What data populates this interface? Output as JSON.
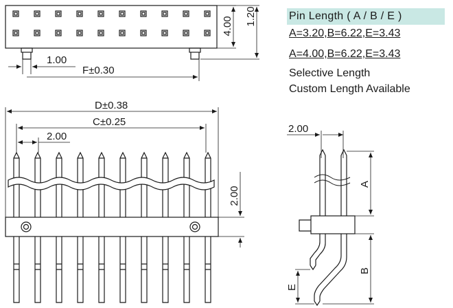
{
  "spec": {
    "header": "Pin Length ( A / B / E )",
    "option_1": "A=3.20,B=6.22,E=3.43",
    "option_2": "A=4.00,B=6.22,E=3.43",
    "note_1": "Selective Length",
    "note_2": "Custom Length Available"
  },
  "dims": {
    "top_height": "4.00",
    "top_pin": "1.20",
    "top_pin_spacing": "1.00",
    "f_dim": "F±0.30",
    "d_dim": "D±0.38",
    "c_dim": "C±0.25",
    "pitch": "2.00",
    "front_body": "2.00",
    "side_pitch": "2.00",
    "side_a": "A",
    "side_b": "B",
    "side_e": "E"
  }
}
